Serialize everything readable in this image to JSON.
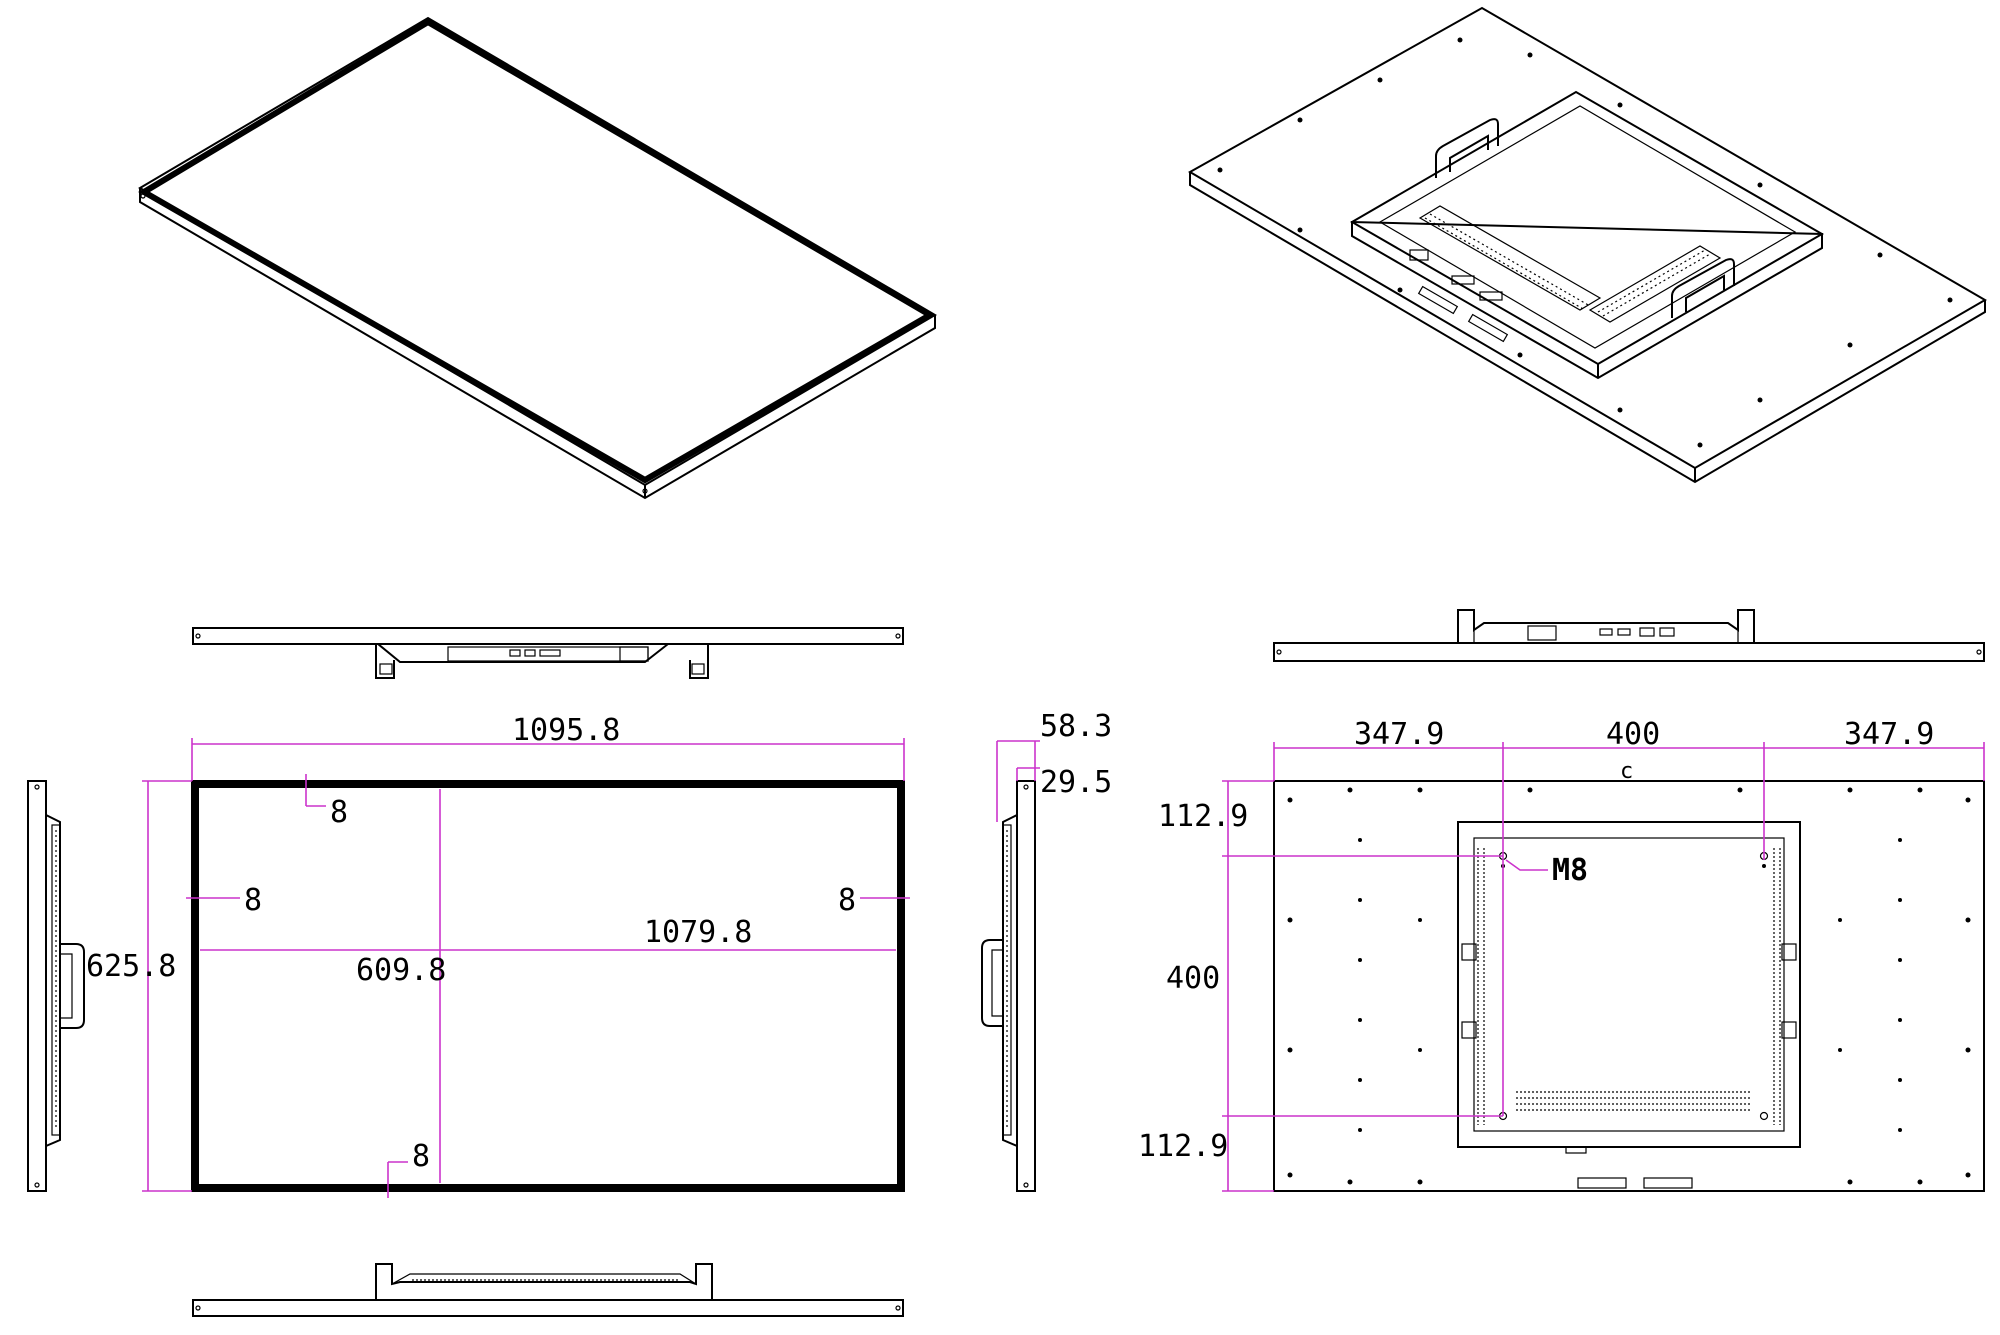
{
  "colors": {
    "line": "#000000",
    "dimension": "#cc33cc",
    "background": "#ffffff"
  },
  "front_view": {
    "overall_width": "1095.8",
    "overall_height": "625.8",
    "bezel_top": "8",
    "bezel_left": "8",
    "bezel_right": "8",
    "bezel_bottom": "8",
    "active_width": "1079.8",
    "active_height": "609.8"
  },
  "side_view": {
    "total_depth": "58.3",
    "panel_depth": "29.5"
  },
  "rear_view": {
    "left_offset": "347.9",
    "vesa_spacing_h": "400",
    "right_offset": "347.9",
    "top_offset": "112.9",
    "vesa_spacing_v": "400",
    "bottom_offset": "112.9",
    "screw_size": "M8",
    "center_mark": "c"
  }
}
